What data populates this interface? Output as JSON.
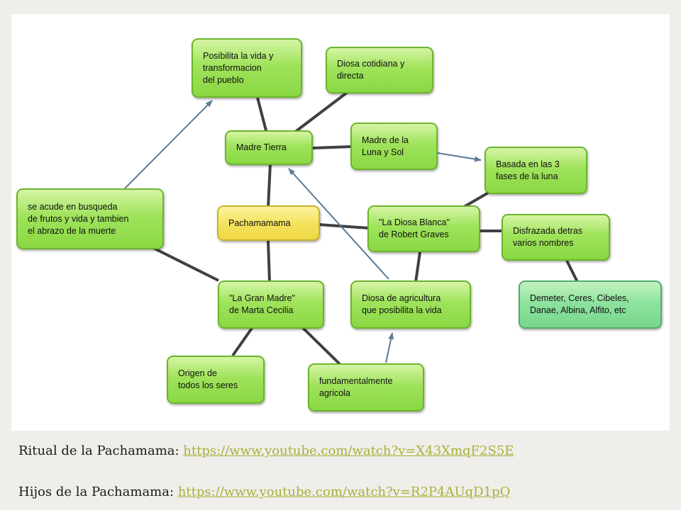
{
  "nodes": {
    "posibilita": "Posibilita la vida y\ntransformacion\ndel pueblo",
    "cotidiana": "Diosa cotidiana y\ndirecta",
    "madre_tierra": "Madre Tierra",
    "luna_sol": "Madre de la\nLuna y Sol",
    "fases": "Basada en las 3\nfases de la luna",
    "busqueda": "se acude en busqueda\nde frutos y vida y tambien\nel abrazo de la muerte",
    "pachamama": "Pachamamama",
    "diosa_blanca": "\"La Diosa Blanca\"\nde Robert Graves",
    "disfrazada": "Disfrazada detras\nvarios nombres",
    "gran_madre": "\"La Gran Madre\"\nde Marta Cecilia",
    "agricultura": "Diosa de agricultura\nque posibilita la vida",
    "demeter": "Demeter, Ceres, Cibeles,\nDanae, Albina, Alfito, etc",
    "origen": "Origen de\ntodos los seres",
    "agricola": "fundamentalmente\nagricola"
  },
  "links": [
    {
      "label": "Ritual de la Pachamama: ",
      "url": "https://www.youtube.com/watch?v=X43XmqF2S5E"
    },
    {
      "label": "Hijos de la Pachamama: ",
      "url": "https://www.youtube.com/watch?v=R2P4AUqD1pQ"
    }
  ],
  "colors": {
    "node_green": "#9fe35b",
    "node_yellow": "#f4e35f",
    "node_teal": "#8ee39e",
    "connector": "#3f4045",
    "arrow": "#5a7a96",
    "link": "#a9b03a"
  }
}
